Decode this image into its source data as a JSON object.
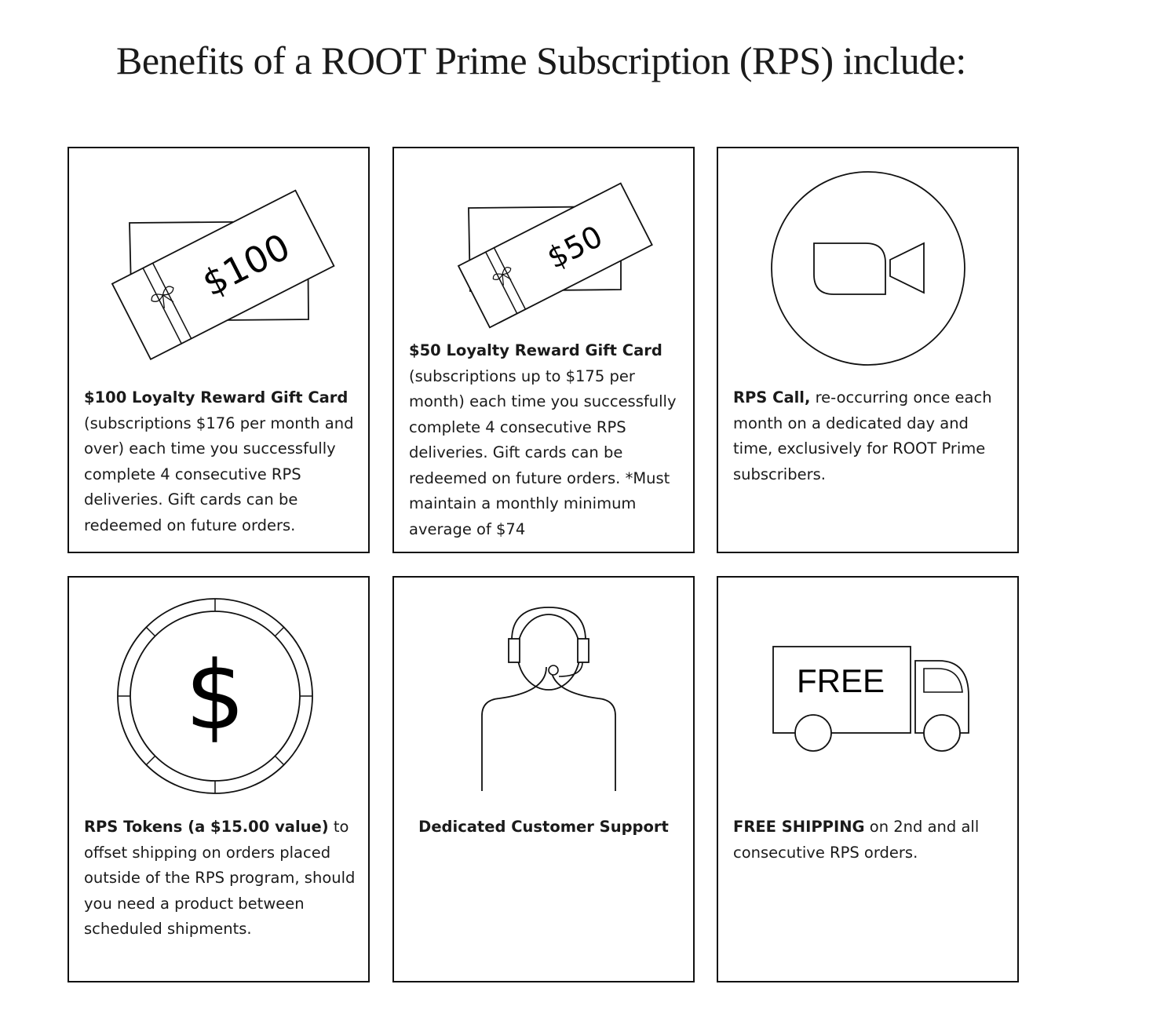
{
  "title": "Benefits of a ROOT Prime Subscription (RPS) include:",
  "cards": [
    {
      "icon": "gift-card-icon",
      "icon_text": "$100",
      "bold": "$100 Loyalty Reward Gift Card",
      "text": " (subscriptions $176 per month and over) each time you successfully complete 4 consecutive RPS deliveries. Gift cards can be redeemed on future orders."
    },
    {
      "icon": "gift-card-icon",
      "icon_text": "$50",
      "bold": "$50 Loyalty Reward Gift Card",
      "text": " (subscriptions up to $175 per month) each time you successfully complete 4 consecutive RPS deliveries. Gift cards can be redeemed on future orders. *Must maintain a monthly minimum average of $74"
    },
    {
      "icon": "video-camera-icon",
      "bold": "RPS Call,",
      "text": " re-occurring once each month on a dedicated day and time, exclusively for ROOT Prime subscribers."
    },
    {
      "icon": "dollar-coin-icon",
      "icon_text": "$",
      "bold": "RPS Tokens (a $15.00 value)",
      "text": " to offset shipping on orders placed outside of the RPS program, should you need a product between scheduled shipments."
    },
    {
      "icon": "headset-support-icon",
      "bold": "Dedicated Customer Support",
      "text": ""
    },
    {
      "icon": "delivery-truck-icon",
      "icon_text": "FREE",
      "bold": "FREE SHIPPING",
      "text": " on 2nd and all consecutive RPS orders."
    }
  ]
}
